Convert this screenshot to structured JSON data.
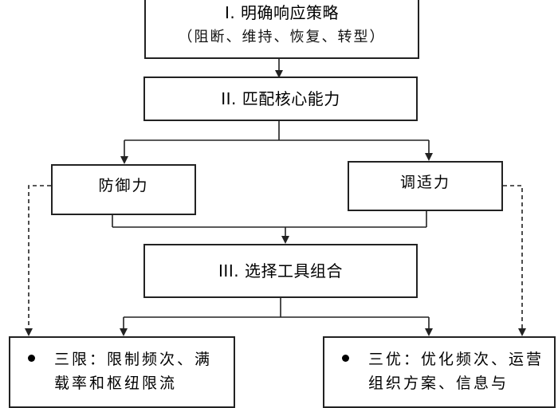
{
  "step1": {
    "title": "I. 明确响应策略",
    "subtitle": "（阻断、维持、恢复、转型）"
  },
  "step2": {
    "title": "II. 匹配核心能力"
  },
  "capabilities": {
    "left": "防御力",
    "right": "调适力"
  },
  "step3": {
    "title": "III. 选择工具组合"
  },
  "tools": {
    "left": "三限：限制频次、满载率和枢纽限流",
    "right": "三优：优化频次、运营组织方案、信息与"
  },
  "colors": {
    "line": "#222222",
    "background": "#ffffff"
  }
}
